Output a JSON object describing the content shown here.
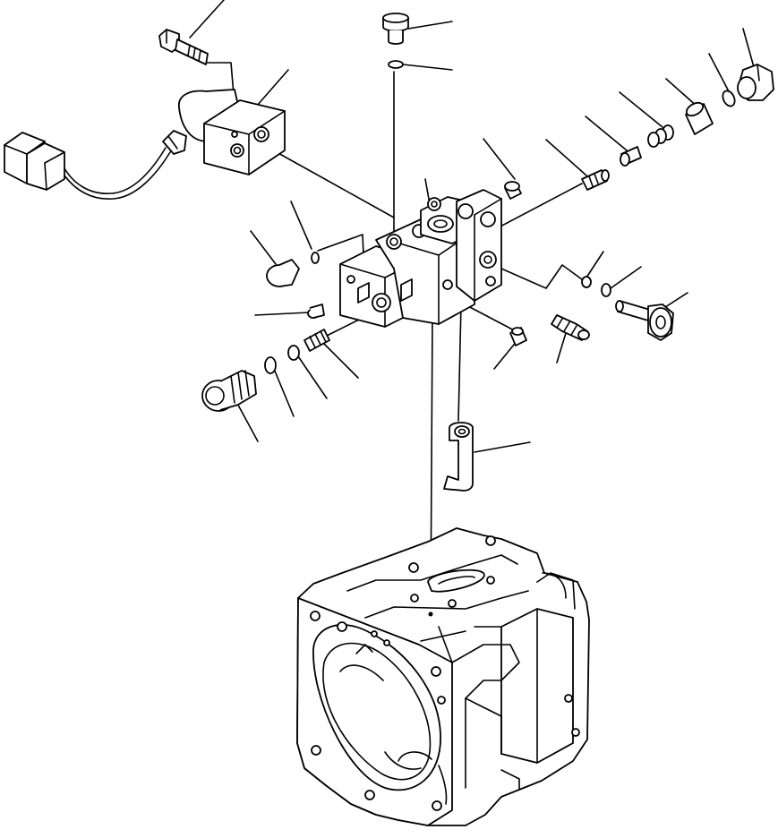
{
  "diagram": {
    "style": "exploded parts view, black line art on white",
    "colors": {
      "line": "#000000",
      "background": "#ffffff"
    },
    "parts": [
      {
        "name": "connector-plug"
      },
      {
        "name": "solenoid-valve"
      },
      {
        "name": "mounting-bolt"
      },
      {
        "name": "top-plug"
      },
      {
        "name": "top-o-ring"
      },
      {
        "name": "control-valve-body"
      },
      {
        "name": "pump-case"
      },
      {
        "name": "lever-bracket"
      },
      {
        "name": "plug-set-screw"
      },
      {
        "name": "spring-stack"
      },
      {
        "name": "spool-sleeve"
      },
      {
        "name": "o-ring-right"
      },
      {
        "name": "cap-nut"
      },
      {
        "name": "adjust-screw"
      },
      {
        "name": "small-plug-right"
      },
      {
        "name": "left-plug-bolt"
      },
      {
        "name": "left-valve-assembly"
      },
      {
        "name": "o-ring-left-a"
      },
      {
        "name": "o-ring-left-b"
      },
      {
        "name": "spring-left"
      },
      {
        "name": "plug-left-small"
      },
      {
        "name": "grub-screw"
      },
      {
        "name": "adjuster-right"
      },
      {
        "name": "plug-bottom"
      },
      {
        "name": "pin-right"
      }
    ]
  }
}
